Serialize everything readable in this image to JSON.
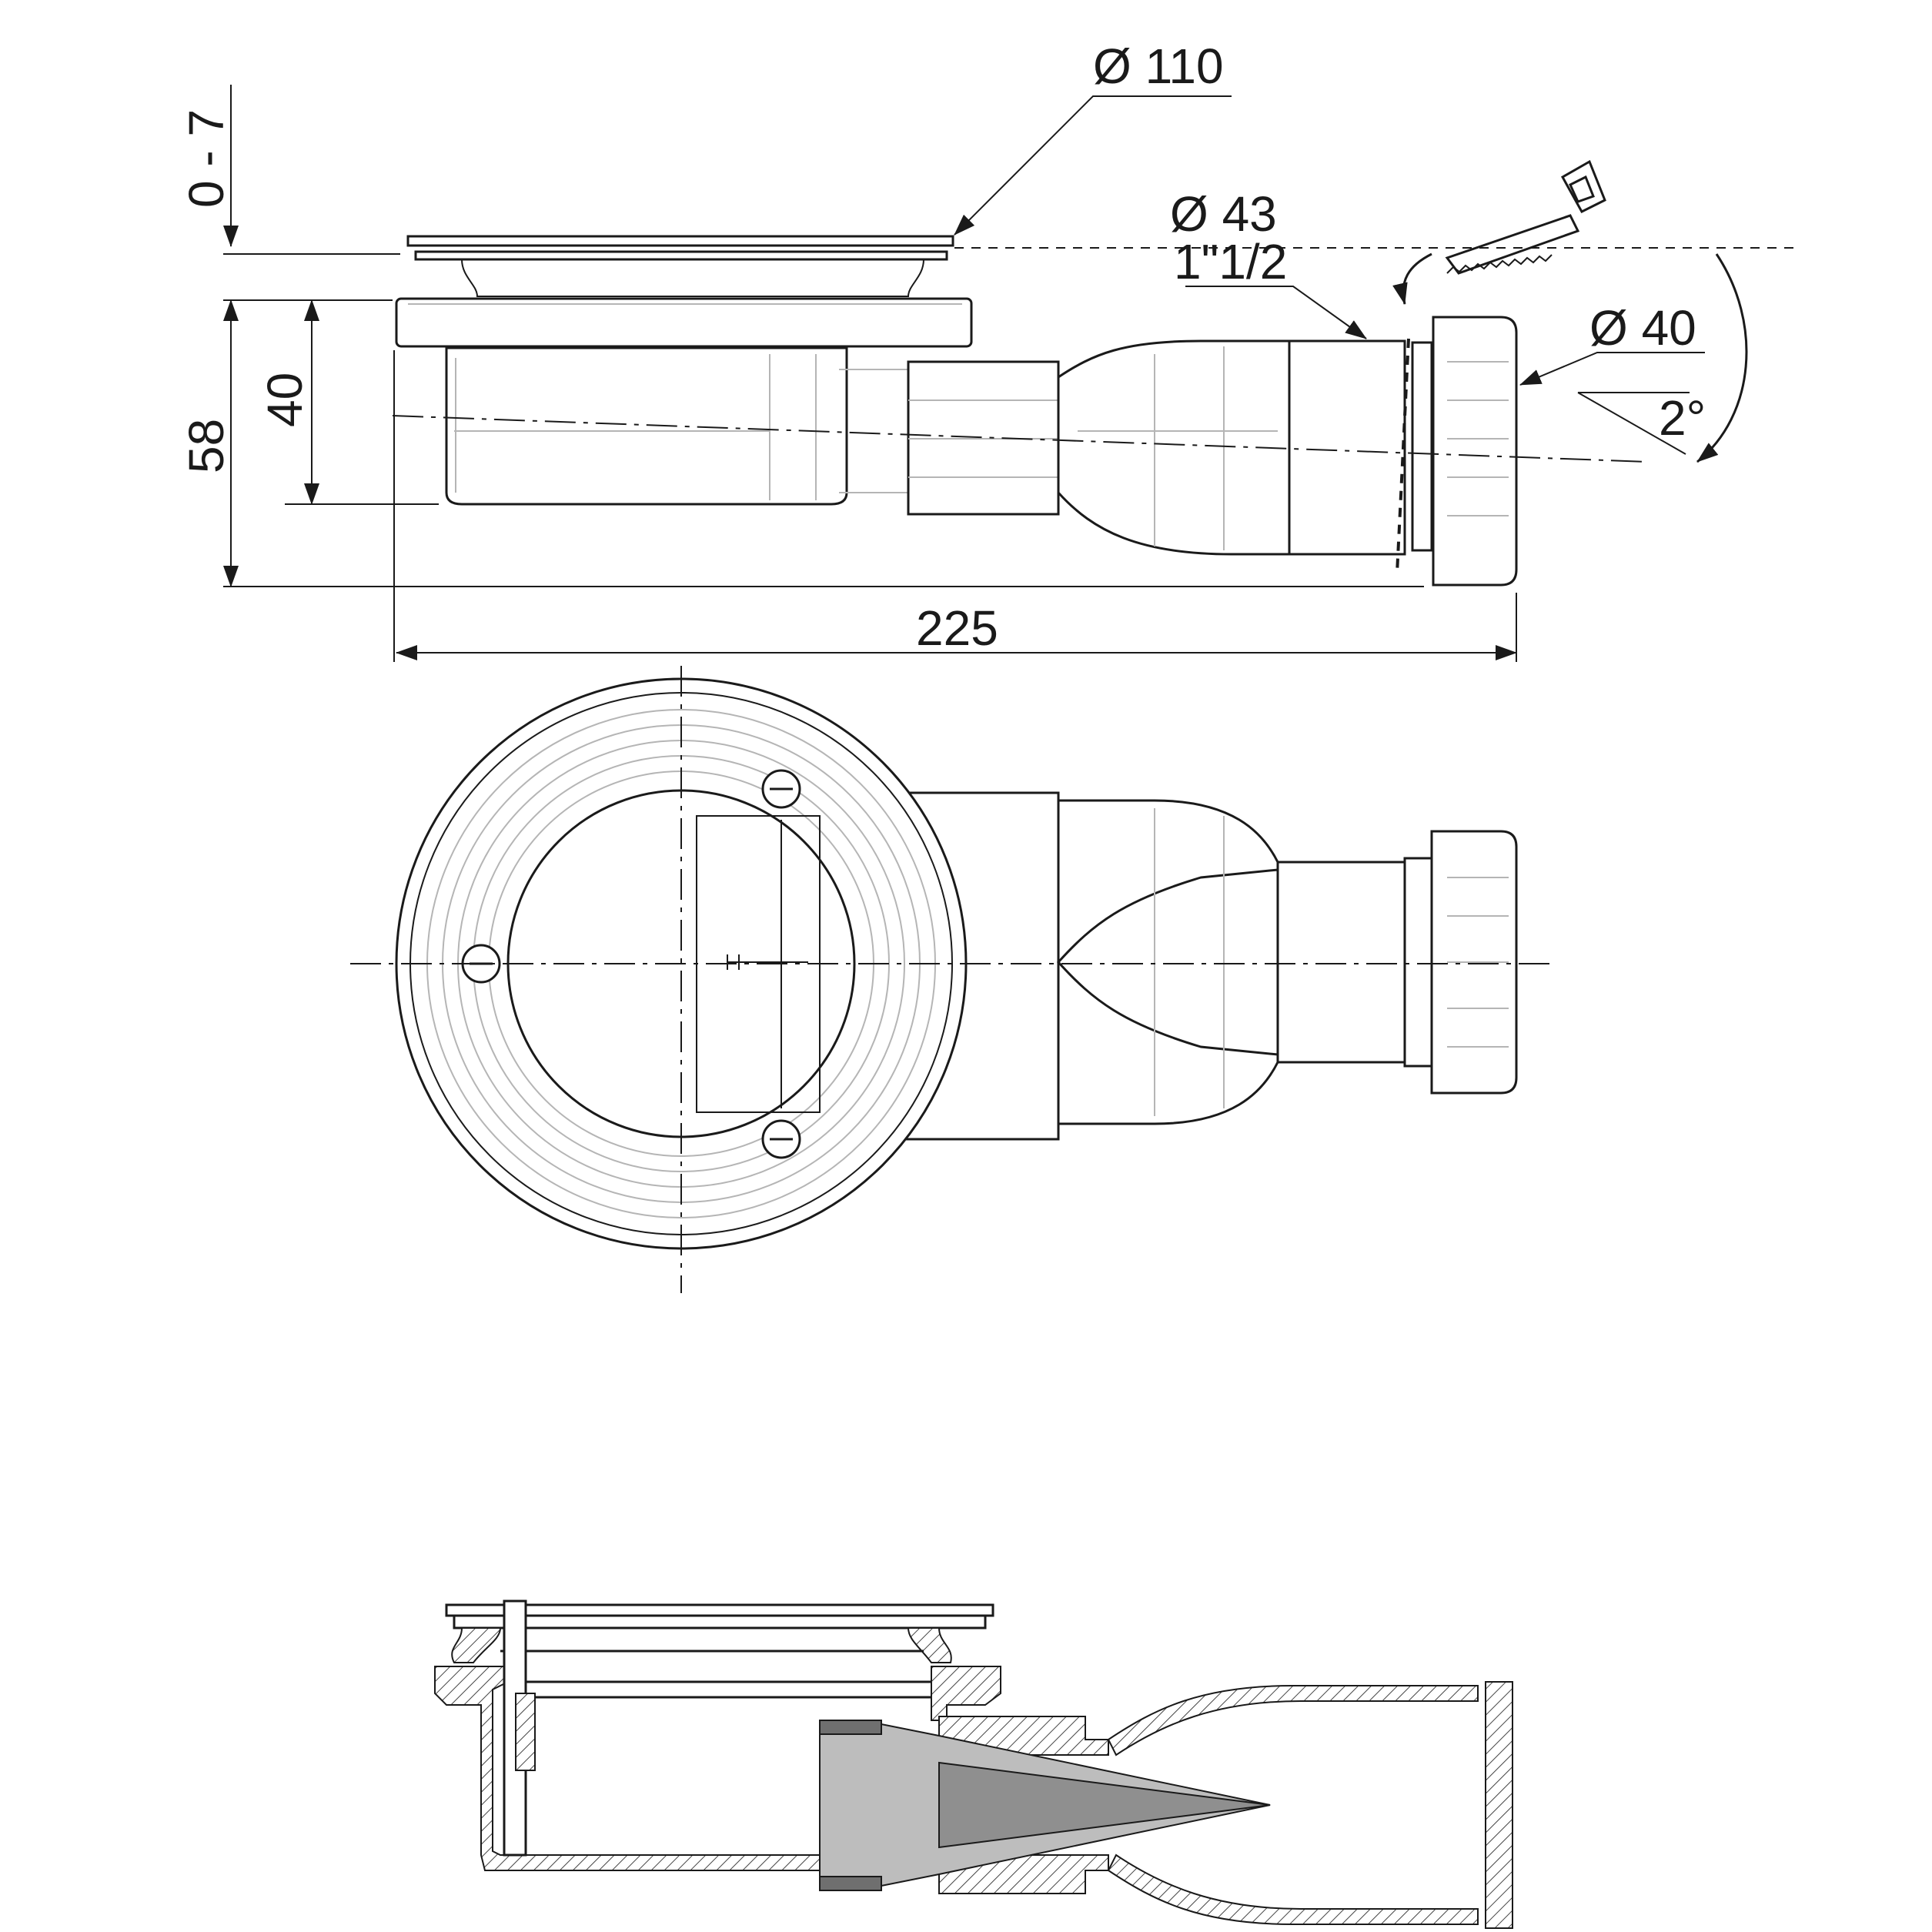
{
  "drawing": {
    "side_view": {
      "labels": {
        "grate_diameter": "Ø 110",
        "height_adjust": "0 - 7",
        "outlet_diameter": "Ø 43",
        "outlet_thread": "1\"1/2",
        "pipe_diameter": "Ø 40",
        "slope": "2°",
        "total_height": "58",
        "body_height": "40",
        "total_length": "225"
      }
    }
  }
}
